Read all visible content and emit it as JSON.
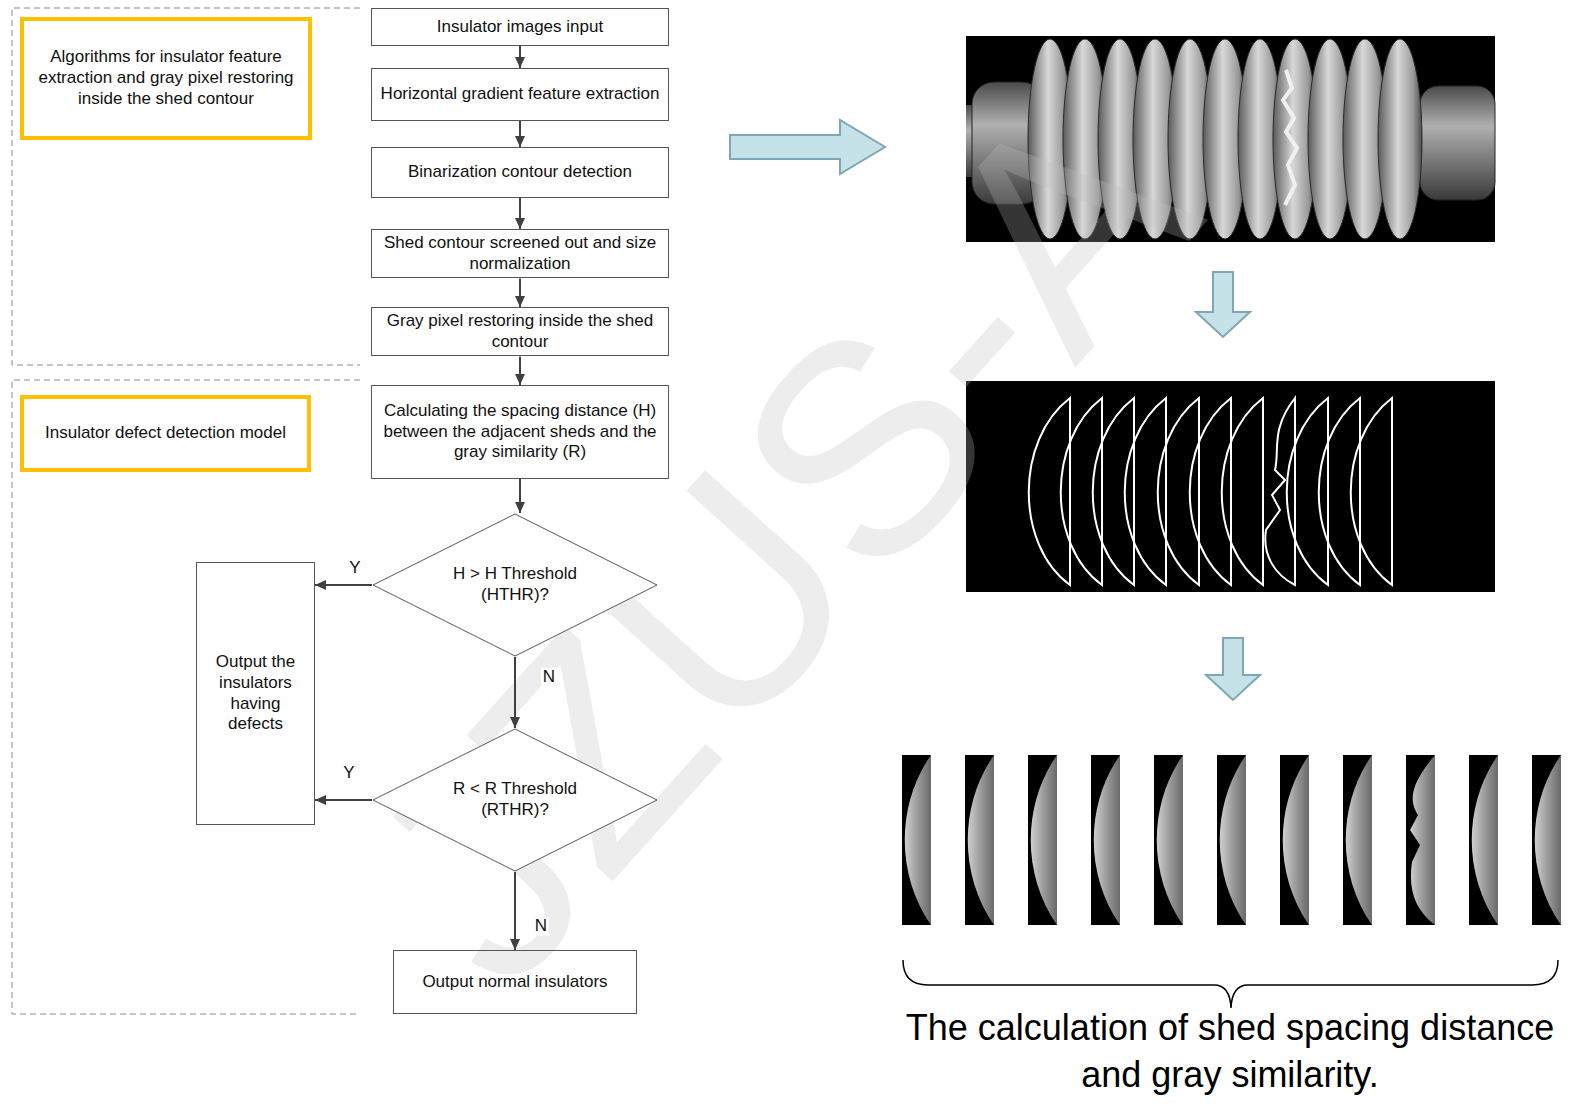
{
  "diagram": {
    "caption": "The calculation of shed spacing distance and gray similarity.",
    "nodes": [
      {
        "text": [
          "Algorithms for insulator feature extraction and gray pixel restoring inside the shed contour"
        ]
      },
      {
        "text": [
          "Insulator images input"
        ]
      },
      {
        "text": [
          "Horizontal gradient feature extraction"
        ]
      },
      {
        "text": [
          "Binarization contour detection"
        ]
      },
      {
        "text": [
          "Shed contour screened out and size normalization"
        ]
      },
      {
        "text": [
          "Gray pixel restoring inside the shed contour"
        ]
      },
      {
        "text": [
          "Insulator defect detection model"
        ]
      },
      {
        "text": [
          "Calculating the spacing distance (H) between the adjacent sheds and the gray similarity (R)"
        ]
      },
      {
        "text": [
          "H > H Threshold (HTHR)?"
        ]
      },
      {
        "text": [
          "Output the insulators having defects"
        ]
      },
      {
        "text": [
          "R < R Threshold (RTHR)?"
        ]
      },
      {
        "text": [
          "Output normal insulators"
        ]
      }
    ],
    "edges": [
      {
        "from": 1,
        "to": 2,
        "arrow": "to"
      },
      {
        "from": 2,
        "to": 3,
        "arrow": "to"
      },
      {
        "from": 3,
        "to": 4,
        "arrow": "to"
      },
      {
        "from": 4,
        "to": 5,
        "arrow": "to"
      },
      {
        "from": 5,
        "to": 7,
        "arrow": "to"
      },
      {
        "from": 7,
        "to": 8,
        "arrow": "to"
      },
      {
        "from": 8,
        "to": 9,
        "label": "Y",
        "arrow": "to"
      },
      {
        "from": 8,
        "to": 10,
        "label": "N",
        "arrow": "to"
      },
      {
        "from": 10,
        "to": 9,
        "label": "Y",
        "arrow": "to"
      },
      {
        "from": 10,
        "to": 11,
        "label": "N",
        "arrow": "to"
      }
    ],
    "labels": [
      "JZUS-A"
    ]
  }
}
